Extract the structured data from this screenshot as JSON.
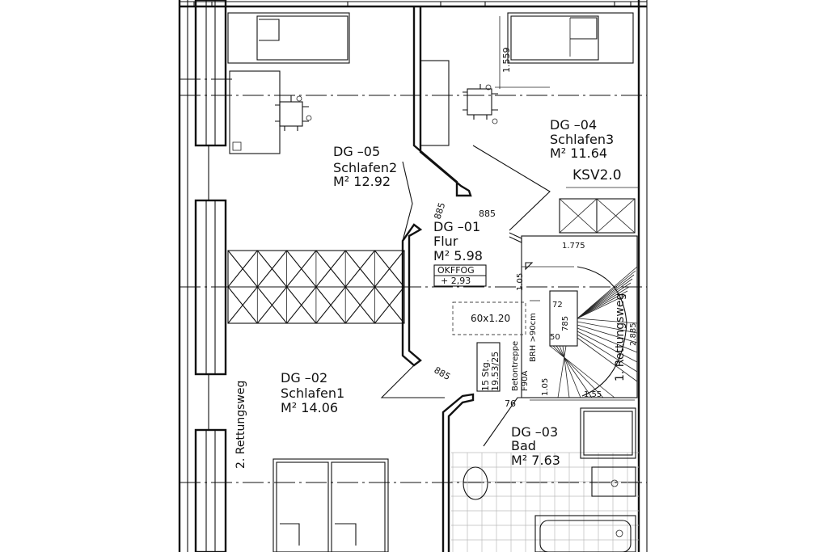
{
  "rooms": {
    "schlafen2": {
      "code": "DG  –05",
      "name": "Schlafen2",
      "area": "M² 12.92"
    },
    "schlafen3": {
      "code": "DG  –04",
      "name": "Schlafen3",
      "area": "M² 11.64"
    },
    "flur": {
      "code": "DG  –01",
      "name": "Flur",
      "area": "M² 5.98"
    },
    "schlafen1": {
      "code": "DG  –02",
      "name": "Schlafen1",
      "area": "M² 14.06"
    },
    "bad": {
      "code": "DG  –03",
      "name": "Bad",
      "area": "M² 7.63"
    }
  },
  "annotations": {
    "ksv": "KSV2.0",
    "okffog_label": "OKFFOG",
    "okffog_value": "+ 2,93",
    "opening": "60x1.20",
    "stair_steps": "15 Stg.",
    "stair_ratio": "19.53/25",
    "stair_material": "Betontreppe",
    "stair_fire": "F90A",
    "brh": "BRH >90cm",
    "rettungsweg_1": "1. Rettungsweg",
    "rettungsweg_2": "2. Rettungsweg"
  },
  "dimensions": {
    "d_155": "1.559",
    "d_885a": "885",
    "d_885b": "885",
    "d_885c": "885",
    "d_1775": "1.775",
    "d_105a": "1.05",
    "d_105b": "1.05",
    "d_72": "72",
    "d_785": "785",
    "d_50": "50",
    "d_155b": "1.55",
    "d_76": "76",
    "d_2885": "2.885"
  },
  "colors": {
    "ink": "#111111",
    "paper": "#ffffff",
    "tile": "#bbbbbb"
  }
}
